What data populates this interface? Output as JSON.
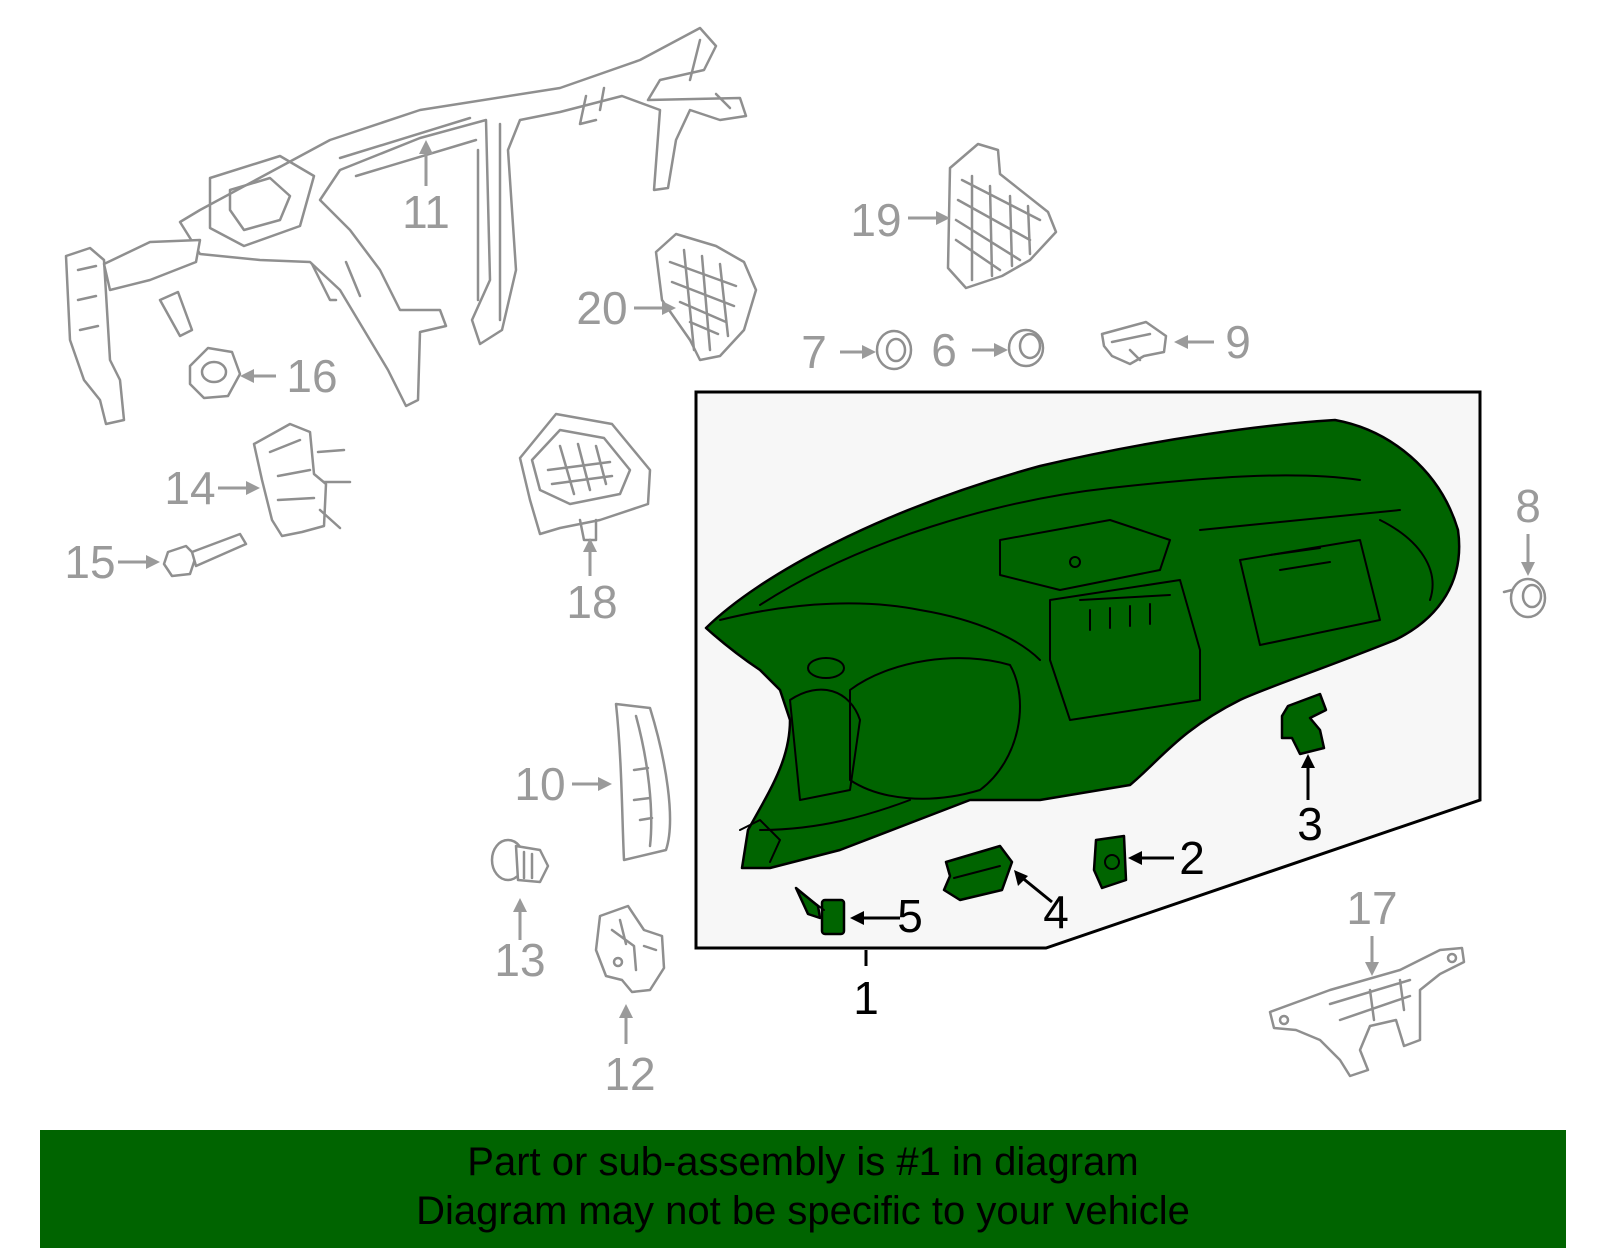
{
  "colors": {
    "highlight_green": "#006400",
    "background": "#ffffff",
    "gray_line": "#8f8f8f",
    "callout_gray": "#9a9a9a",
    "callout_black": "#000000",
    "box_fill": "#f7f7f7"
  },
  "callouts": {
    "c1": "1",
    "c2": "2",
    "c3": "3",
    "c4": "4",
    "c5": "5",
    "c6": "6",
    "c7": "7",
    "c8": "8",
    "c9": "9",
    "c10": "10",
    "c11": "11",
    "c12": "12",
    "c13": "13",
    "c14": "14",
    "c15": "15",
    "c16": "16",
    "c17": "17",
    "c18": "18",
    "c19": "19",
    "c20": "20"
  },
  "banner": {
    "line1": "Part or sub-assembly is #1 in diagram",
    "line2": "Diagram may not be specific to your vehicle"
  }
}
